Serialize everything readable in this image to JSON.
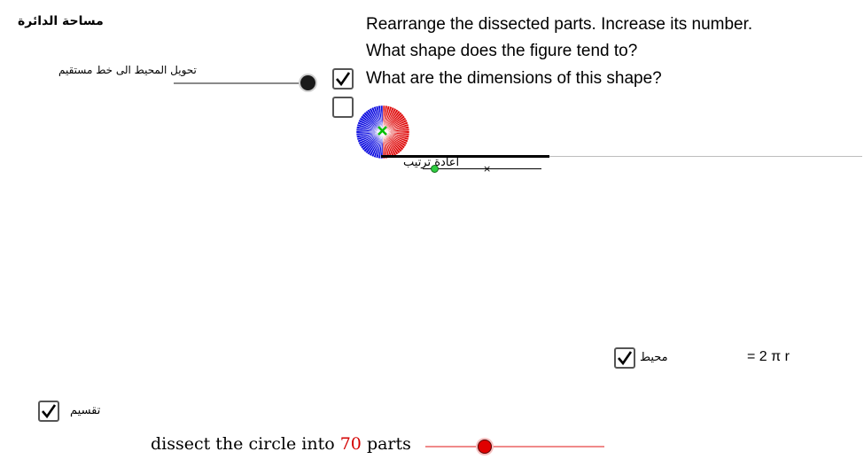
{
  "app": {
    "title": "مساحة الدائرة"
  },
  "slider_straighten": {
    "label": "تحويل المحيط الى خط مستقيم",
    "level": 1.0
  },
  "instructions": {
    "line1": "Rearrange the dissected parts. Increase its number.",
    "line2": "What shape does the figure tend to?",
    "line3": "What are the dimensions of this shape?"
  },
  "checkboxes": {
    "show_instructions": true,
    "second": false,
    "circumference": true,
    "dissect": true
  },
  "rearrange": {
    "label": "اعادة ترتيب"
  },
  "circumference": {
    "label": "محيط",
    "formula": "= 2 π r"
  },
  "dissect": {
    "label": "تقسيم",
    "text_prefix": "dissect the circle into",
    "count": "70",
    "text_suffix": "parts"
  },
  "colors": {
    "blue": "#1010e0",
    "red": "#e01010",
    "green": "#2ecc40",
    "accent_red": "#d40000"
  }
}
